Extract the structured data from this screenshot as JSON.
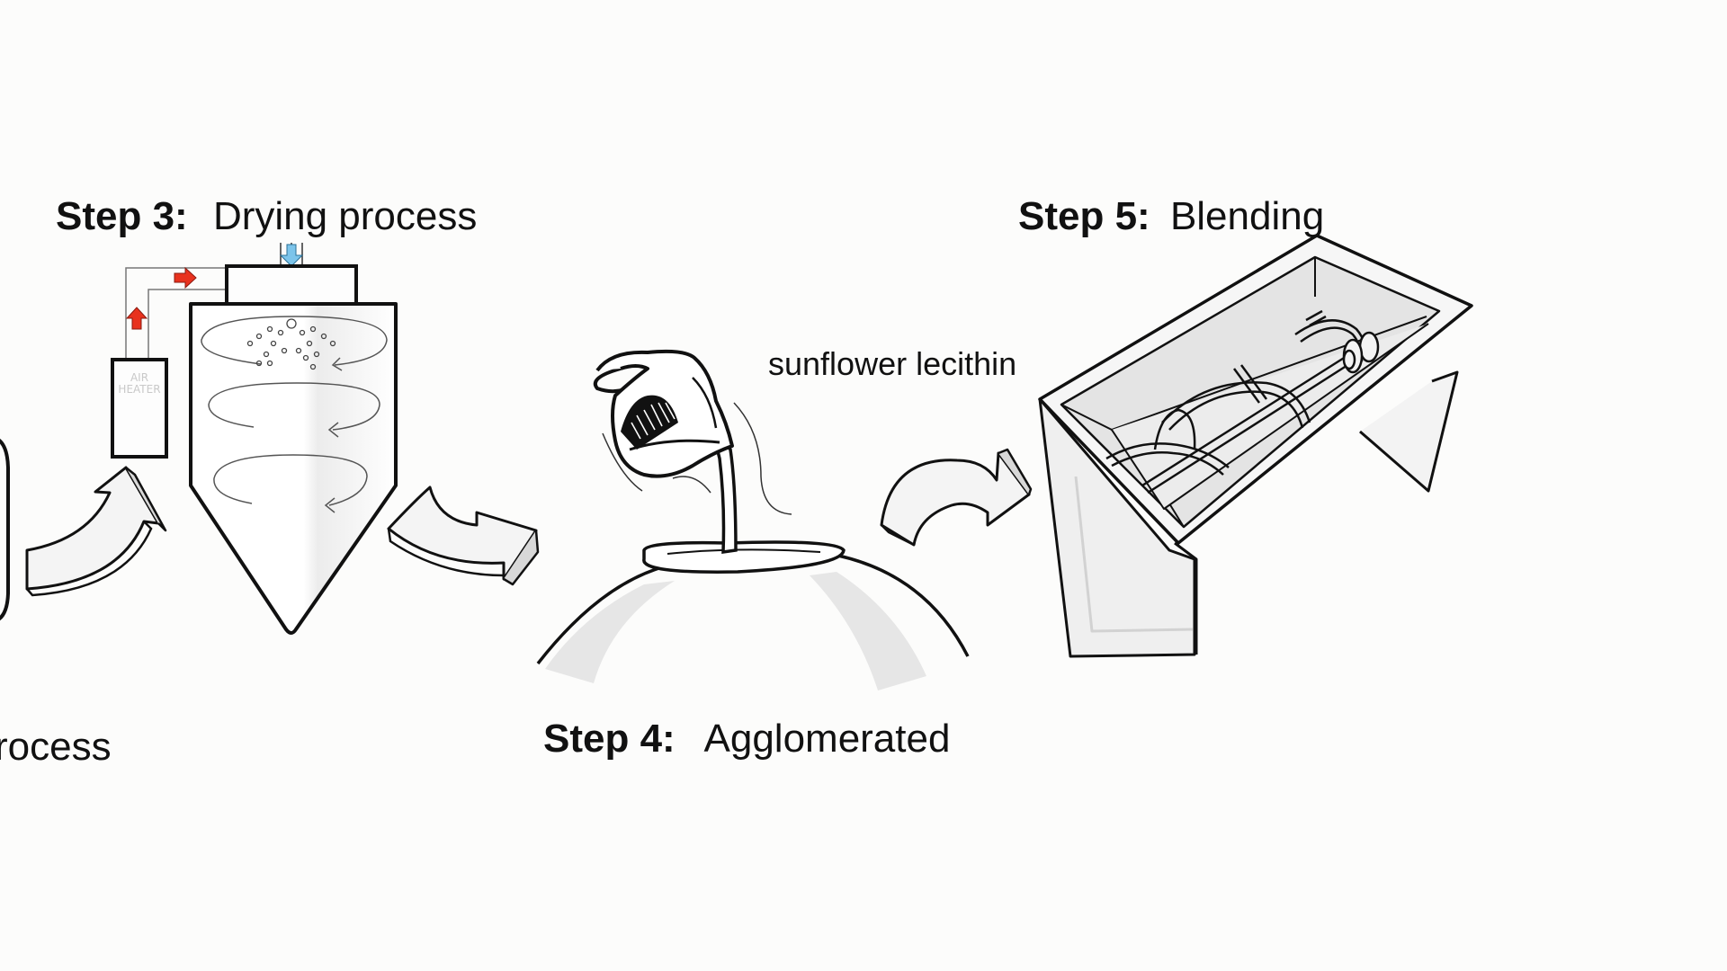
{
  "steps": {
    "step2_partial": {
      "text": "rocess"
    },
    "step3": {
      "prefix": "Step 3:",
      "title": "Drying process"
    },
    "step4": {
      "prefix": "Step 4:",
      "title": "Agglomerated"
    },
    "step5": {
      "prefix": "Step 5:",
      "title": "Blending"
    }
  },
  "annotations": {
    "ingredient": "sunflower lecithin",
    "heater_line1": "AIR",
    "heater_line2": "HEATER"
  },
  "colors": {
    "background": "#fcfcfb",
    "ink": "#111111",
    "hot_air_arrow": "#e8321e",
    "cold_air_arrow": "#7cc4ea",
    "shade": "#e6e6e6"
  }
}
